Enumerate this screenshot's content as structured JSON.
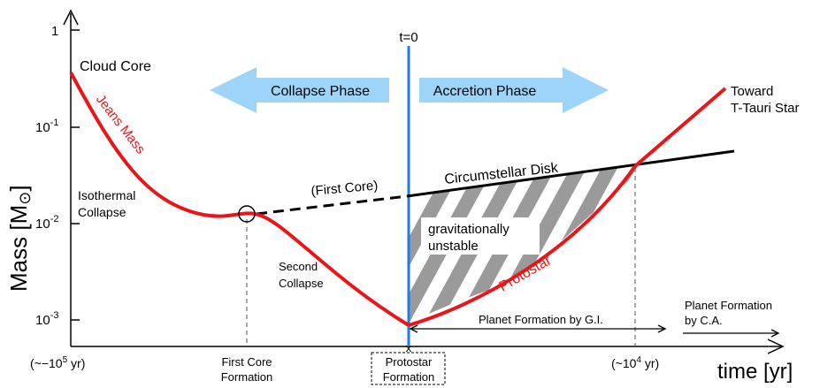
{
  "figure": {
    "y_axis": {
      "label": "Mass [M",
      "label_unit_symbol": "⊙",
      "label_close": "]",
      "ticks": [
        {
          "base": "1",
          "exp": ""
        },
        {
          "base": "10",
          "exp": "-1"
        },
        {
          "base": "10",
          "exp": "-2"
        },
        {
          "base": "10",
          "exp": "-3"
        }
      ]
    },
    "x_axis": {
      "label": "time [yr]",
      "left_tick": {
        "text": "(~−10",
        "exp": "5",
        "suffix": " yr)"
      },
      "right_tick": {
        "text": "(~10",
        "exp": "4",
        "suffix": " yr)"
      },
      "first_core_formation": [
        "First Core",
        "Formation"
      ],
      "protostar_formation": [
        "Protostar",
        "Formation"
      ],
      "t0_mark": "x"
    },
    "t0_label": "t=0",
    "arrows": {
      "collapse": "Collapse Phase",
      "accretion": "Accretion Phase"
    },
    "labels": {
      "cloud_core": "Cloud Core",
      "jeans_mass": "Jeans Mass",
      "isothermal": [
        "Isothermal",
        "Collapse"
      ],
      "first_core": "(First Core)",
      "circumstellar_disk": "Circumstellar Disk",
      "gravitationally_unstable": [
        "gravitationally",
        "unstable"
      ],
      "second_collapse": [
        "Second",
        "Collapse"
      ],
      "protostar": "Protostar",
      "toward": [
        "Toward",
        "T-Tauri Star"
      ],
      "planet_gi": "Planet Formation by G.I.",
      "planet_ca": [
        "Planet Formation",
        "by C.A."
      ]
    },
    "colors": {
      "red_curve": "#e8161b",
      "t0_line": "#1a7ee6",
      "phase_arrow": "#9dd4f7",
      "hatch": "#9a9a9a"
    }
  }
}
